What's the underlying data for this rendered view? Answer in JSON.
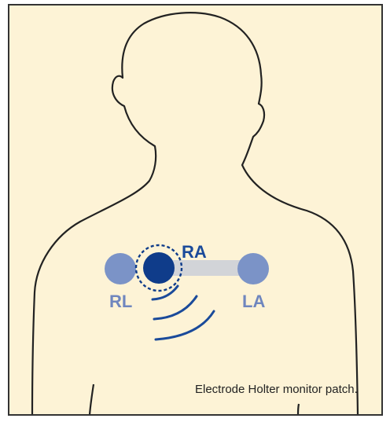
{
  "figure": {
    "caption": "Electrode Holter monitor patch.",
    "electrodes": {
      "rl": {
        "label": "RL"
      },
      "ra": {
        "label": "RA"
      },
      "la": {
        "label": "LA"
      }
    }
  },
  "colors": {
    "background": "#fdf3d6",
    "frame": "#333333",
    "outline": "#222222",
    "electrode_light": "#7b93c7",
    "electrode_dark": "#0f3c8a",
    "label_light": "#6f86be",
    "label_dark": "#1a4a9a",
    "patch_bar": "#d2d4d8",
    "wave": "#1a4a9a"
  }
}
